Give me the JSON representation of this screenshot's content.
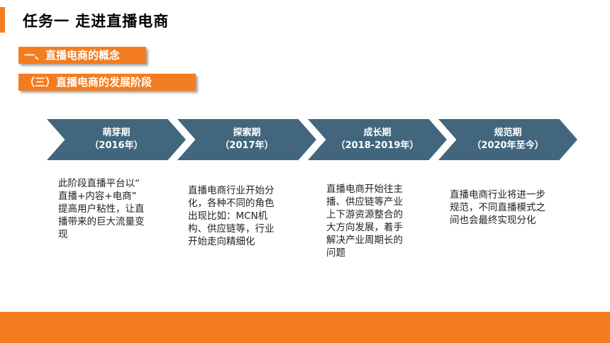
{
  "title": "任务一 走进直播电商",
  "section": "一、直播电商的概念",
  "subsection": "（三）直播电商的发展阶段",
  "phases": [
    {
      "name": "萌芽期",
      "date": "（2016年）",
      "description": "此阶段直播平台以“\n直播+内容+电商”\n提高用户粘性，让直\n播带来的巨大流量变\n现"
    },
    {
      "name": "探索期",
      "date": "（2017年）",
      "description": "直播电商行业开始分\n化，各种不同的角色\n出现比如：MCN机\n构、供应链等，行业\n开始走向精细化"
    },
    {
      "name": "成长期",
      "date": "（2018-2019年）",
      "description": "直播电商开始往主\n播、供应链等产业\n上下游资源整合的\n大方向发展，着手\n解决产业周期长的\n问题"
    },
    {
      "name": "规范期",
      "date": "（2020年至今）",
      "description": "直播电商行业将进一步\n规范，不同直播模式之\n间也会最终实现分化"
    }
  ],
  "colors": {
    "accent": "#f47c20",
    "arrow": "#42667d"
  }
}
